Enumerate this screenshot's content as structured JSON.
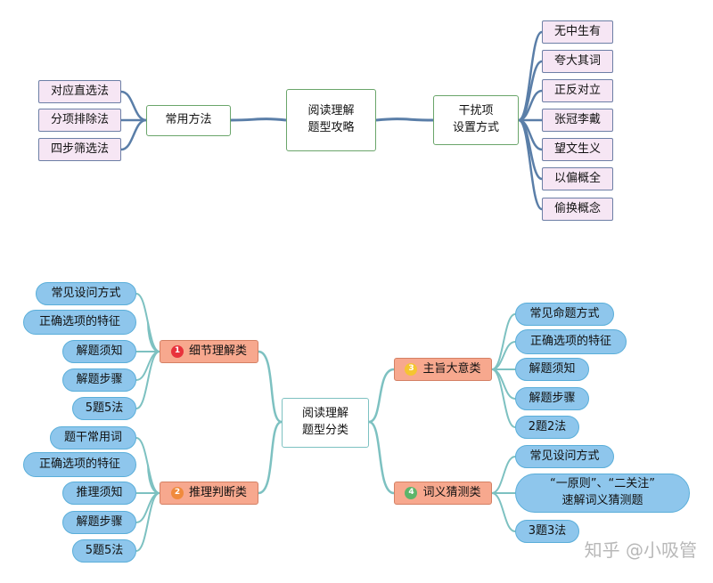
{
  "top": {
    "center": "阅读理解\n题型攻略",
    "left": {
      "label": "常用方法",
      "items": [
        "对应直选法",
        "分项排除法",
        "四步筛选法"
      ]
    },
    "right": {
      "label": "干扰项\n设置方式",
      "items": [
        "无中生有",
        "夸大其词",
        "正反对立",
        "张冠李戴",
        "望文生义",
        "以偏概全",
        "偷换概念"
      ]
    }
  },
  "bottom": {
    "center": "阅读理解\n题型分类",
    "categories": [
      {
        "num": "1",
        "badge_color": "#e8323c",
        "label": "细节理解类",
        "items": [
          "常见设问方式",
          "正确选项的特征",
          "解题须知",
          "解题步骤",
          "5题5法"
        ]
      },
      {
        "num": "2",
        "badge_color": "#f08a3c",
        "label": "推理判断类",
        "items": [
          "题干常用词",
          "正确选项的特征",
          "推理须知",
          "解题步骤",
          "5题5法"
        ]
      },
      {
        "num": "3",
        "badge_color": "#f5c531",
        "label": "主旨大意类",
        "items": [
          "常见命题方式",
          "正确选项的特征",
          "解题须知",
          "解题步骤",
          "2题2法"
        ]
      },
      {
        "num": "4",
        "badge_color": "#5cb56a",
        "label": "词义猜测类",
        "items": [
          "常见设问方式",
          "“一原则”、“二关注”\n速解词义猜测题",
          "3题3法"
        ]
      }
    ]
  },
  "watermark": "知乎 @小吸管",
  "colors": {
    "top_link": "#5a7ea8",
    "bottom_link": "#7dc1c1"
  }
}
